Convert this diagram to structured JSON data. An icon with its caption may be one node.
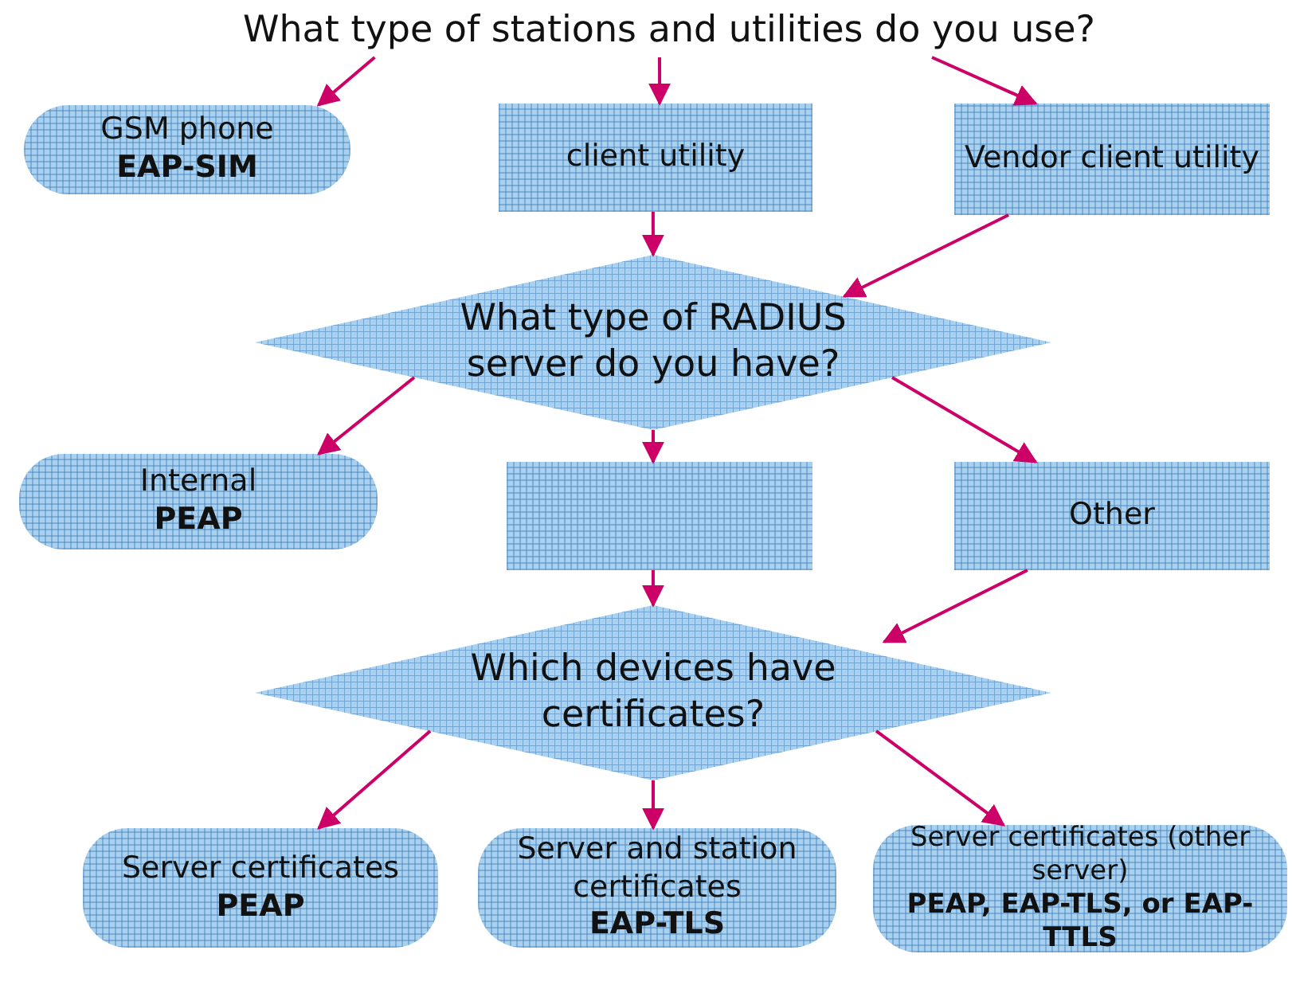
{
  "diagram": {
    "nodes": [
      {
        "text": [
          "What type of stations and utilities do you use?"
        ]
      },
      {
        "text": [
          "GSM phone",
          "EAP-SIM"
        ]
      },
      {
        "text": [
          "client utility"
        ]
      },
      {
        "text": [
          "Vendor client utility"
        ]
      },
      {
        "text": [
          "What type of RADIUS server do you have?"
        ]
      },
      {
        "text": [
          "Internal",
          "PEAP"
        ]
      },
      {
        "text": [],
        "shape": "box"
      },
      {
        "text": [
          "Other"
        ]
      },
      {
        "text": [
          "Which devices have certificates?"
        ]
      },
      {
        "text": [
          "Server certificates",
          "PEAP"
        ]
      },
      {
        "text": [
          "Server and station certificates",
          "EAP-TLS"
        ]
      },
      {
        "text": [
          "Server certificates (other server)",
          "PEAP, EAP-TLS, or EAP-TTLS"
        ]
      }
    ],
    "edges": [
      {
        "from": 0,
        "to": 1,
        "arrow": "to"
      },
      {
        "from": 0,
        "to": 2,
        "arrow": "to"
      },
      {
        "from": 0,
        "to": 3,
        "arrow": "to"
      },
      {
        "from": 2,
        "to": 4,
        "arrow": "to"
      },
      {
        "from": 3,
        "to": 4,
        "arrow": "to"
      },
      {
        "from": 4,
        "to": 5,
        "arrow": "to"
      },
      {
        "from": 4,
        "to": 6,
        "arrow": "to"
      },
      {
        "from": 4,
        "to": 7,
        "arrow": "to"
      },
      {
        "from": 6,
        "to": 8,
        "arrow": "to"
      },
      {
        "from": 7,
        "to": 8,
        "arrow": "to"
      },
      {
        "from": 8,
        "to": 9,
        "arrow": "to"
      },
      {
        "from": 8,
        "to": 10,
        "arrow": "to"
      },
      {
        "from": 8,
        "to": 11,
        "arrow": "to"
      }
    ]
  }
}
